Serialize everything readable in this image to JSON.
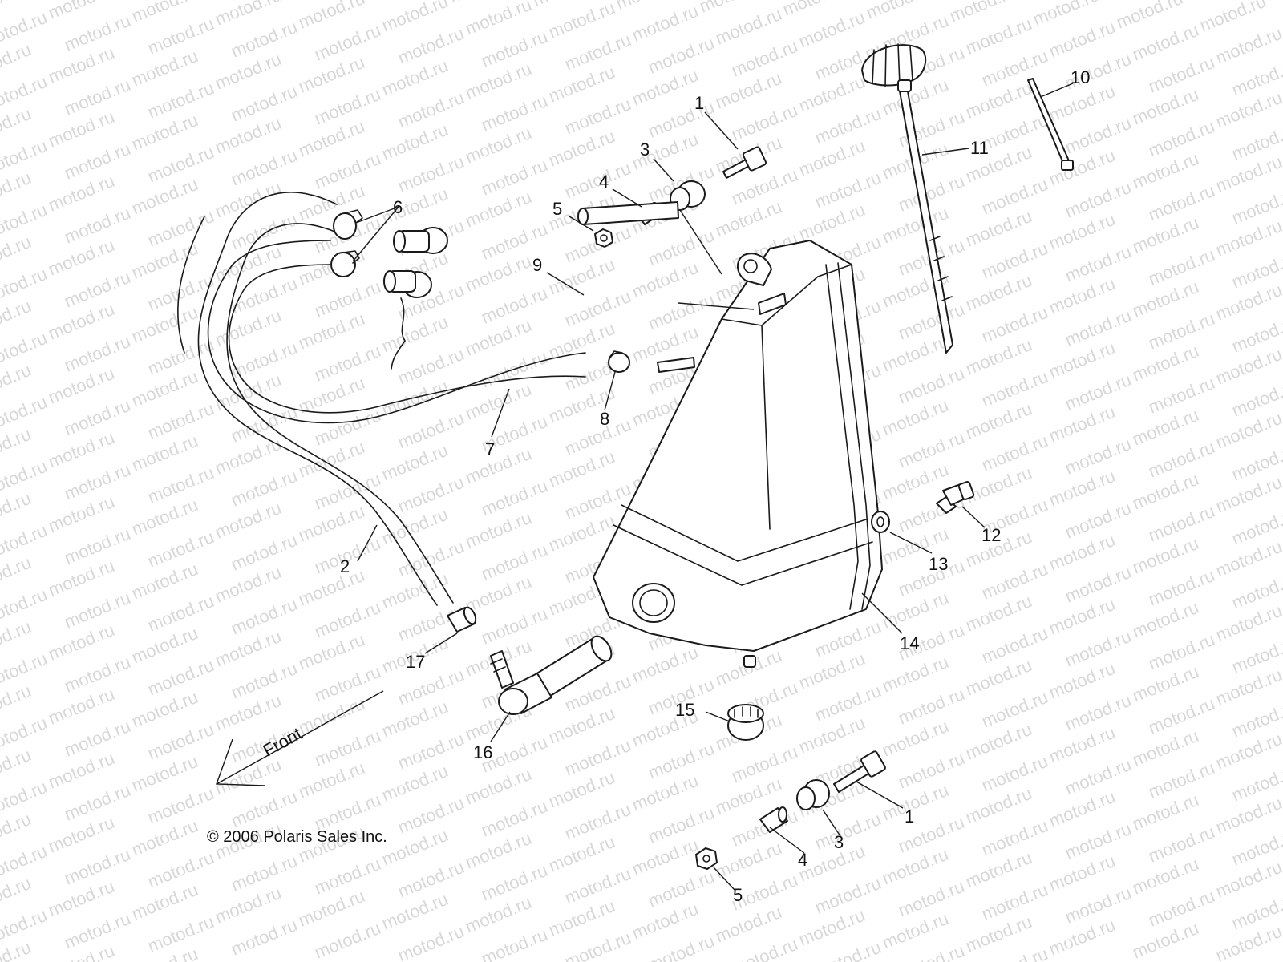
{
  "watermark": {
    "text": "motod.ru"
  },
  "callouts": {
    "c1a": "1",
    "c1b": "1",
    "c2": "2",
    "c3a": "3",
    "c3b": "3",
    "c4a": "4",
    "c4b": "4",
    "c5a": "5",
    "c5b": "5",
    "c6": "6",
    "c7": "7",
    "c8": "8",
    "c9": "9",
    "c10": "10",
    "c11": "11",
    "c12": "12",
    "c13": "13",
    "c14": "14",
    "c15": "15",
    "c16": "16",
    "c17": "17"
  },
  "front_label": "Front",
  "copyright": "© 2006 Polaris Sales Inc."
}
